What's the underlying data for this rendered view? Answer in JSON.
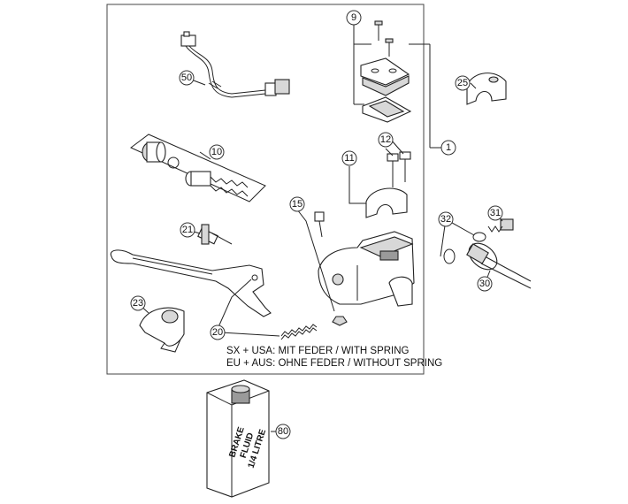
{
  "callouts": {
    "c1": "1",
    "c9": "9",
    "c10": "10",
    "c11": "11",
    "c12": "12",
    "c15": "15",
    "c20": "20",
    "c21": "21",
    "c23": "23",
    "c25": "25",
    "c30": "30",
    "c31": "31",
    "c32": "32",
    "c50": "50",
    "c80": "80"
  },
  "notes": {
    "line1": "SX + USA:  MIT FEDER / WITH SPRING",
    "line2": "EU + AUS:  OHNE FEDER / WITHOUT SPRING"
  },
  "can_label": {
    "line1": "BRAKE",
    "line2": "FLUID",
    "line3": "1/4 LITRE"
  }
}
